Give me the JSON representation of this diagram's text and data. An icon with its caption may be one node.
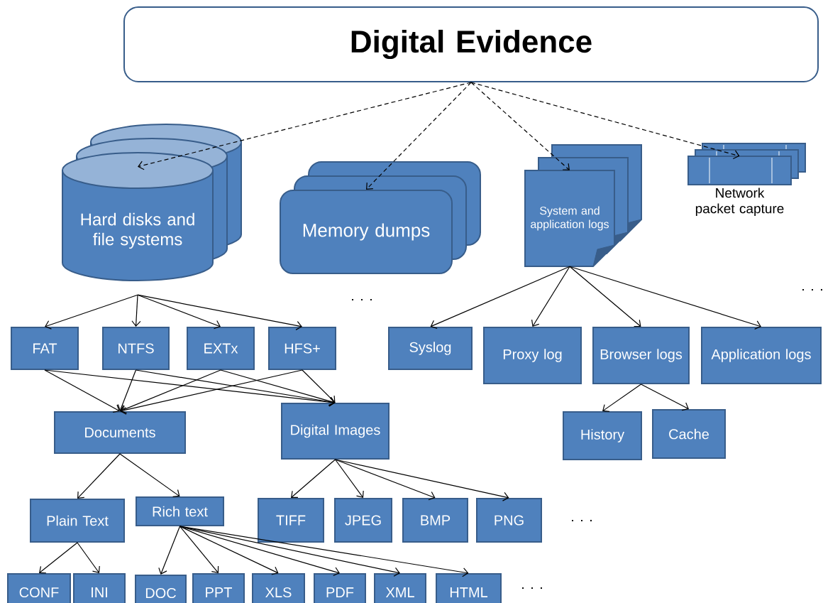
{
  "diagram": {
    "nodes": [
      {
        "text": [
          "Digital Evidence"
        ]
      },
      {
        "text": [
          "Hard disks and file systems"
        ]
      },
      {
        "text": [
          "Memory dumps"
        ]
      },
      {
        "text": [
          "System and application logs"
        ]
      },
      {
        "text": [
          "Network packet capture"
        ]
      },
      {
        "text": [
          "FAT"
        ]
      },
      {
        "text": [
          "NTFS"
        ]
      },
      {
        "text": [
          "EXTx"
        ]
      },
      {
        "text": [
          "HFS+"
        ]
      },
      {
        "text": [
          "Syslog"
        ]
      },
      {
        "text": [
          "Proxy log"
        ]
      },
      {
        "text": [
          "Browser logs"
        ]
      },
      {
        "text": [
          "Application logs"
        ]
      },
      {
        "text": [
          "Documents"
        ]
      },
      {
        "text": [
          "Digital Images"
        ]
      },
      {
        "text": [
          "History"
        ]
      },
      {
        "text": [
          "Cache"
        ]
      },
      {
        "text": [
          "Plain Text"
        ]
      },
      {
        "text": [
          "Rich text"
        ]
      },
      {
        "text": [
          "TIFF"
        ]
      },
      {
        "text": [
          "JPEG"
        ]
      },
      {
        "text": [
          "BMP"
        ]
      },
      {
        "text": [
          "PNG"
        ]
      },
      {
        "text": [
          "CONF"
        ]
      },
      {
        "text": [
          "INI"
        ]
      },
      {
        "text": [
          "DOC"
        ]
      },
      {
        "text": [
          "PPT"
        ]
      },
      {
        "text": [
          "XLS"
        ]
      },
      {
        "text": [
          "PDF"
        ]
      },
      {
        "text": [
          "XML"
        ]
      },
      {
        "text": [
          "HTML"
        ]
      }
    ],
    "edges": [
      {
        "from": 0,
        "to": 1,
        "arrow": "to",
        "style": "dashed"
      },
      {
        "from": 0,
        "to": 2,
        "arrow": "to",
        "style": "dashed"
      },
      {
        "from": 0,
        "to": 3,
        "arrow": "to",
        "style": "dashed"
      },
      {
        "from": 0,
        "to": 4,
        "arrow": "to",
        "style": "dashed"
      },
      {
        "from": 1,
        "to": 5,
        "arrow": "to"
      },
      {
        "from": 1,
        "to": 6,
        "arrow": "to"
      },
      {
        "from": 1,
        "to": 7,
        "arrow": "to"
      },
      {
        "from": 1,
        "to": 8,
        "arrow": "to"
      },
      {
        "from": 5,
        "to": 13,
        "arrow": "to"
      },
      {
        "from": 5,
        "to": 14,
        "arrow": "to"
      },
      {
        "from": 6,
        "to": 13,
        "arrow": "to"
      },
      {
        "from": 6,
        "to": 14,
        "arrow": "to"
      },
      {
        "from": 7,
        "to": 13,
        "arrow": "to"
      },
      {
        "from": 7,
        "to": 14,
        "arrow": "to"
      },
      {
        "from": 8,
        "to": 13,
        "arrow": "to"
      },
      {
        "from": 8,
        "to": 14,
        "arrow": "to"
      },
      {
        "from": 3,
        "to": 9,
        "arrow": "to"
      },
      {
        "from": 3,
        "to": 10,
        "arrow": "to"
      },
      {
        "from": 3,
        "to": 11,
        "arrow": "to"
      },
      {
        "from": 3,
        "to": 12,
        "arrow": "to"
      },
      {
        "from": 11,
        "to": 15,
        "arrow": "to"
      },
      {
        "from": 11,
        "to": 16,
        "arrow": "to"
      },
      {
        "from": 13,
        "to": 17,
        "arrow": "to"
      },
      {
        "from": 13,
        "to": 18,
        "arrow": "to"
      },
      {
        "from": 14,
        "to": 19,
        "arrow": "to"
      },
      {
        "from": 14,
        "to": 20,
        "arrow": "to"
      },
      {
        "from": 14,
        "to": 21,
        "arrow": "to"
      },
      {
        "from": 14,
        "to": 22,
        "arrow": "to"
      },
      {
        "from": 17,
        "to": 23,
        "arrow": "to"
      },
      {
        "from": 17,
        "to": 24,
        "arrow": "to"
      },
      {
        "from": 18,
        "to": 25,
        "arrow": "to"
      },
      {
        "from": 18,
        "to": 26,
        "arrow": "to"
      },
      {
        "from": 18,
        "to": 27,
        "arrow": "to"
      },
      {
        "from": 18,
        "to": 28,
        "arrow": "to"
      },
      {
        "from": 18,
        "to": 29,
        "arrow": "to"
      },
      {
        "from": 18,
        "to": 30,
        "arrow": "to"
      }
    ],
    "labels": [
      ". . .",
      ". . .",
      ". . .",
      ". . ."
    ]
  }
}
